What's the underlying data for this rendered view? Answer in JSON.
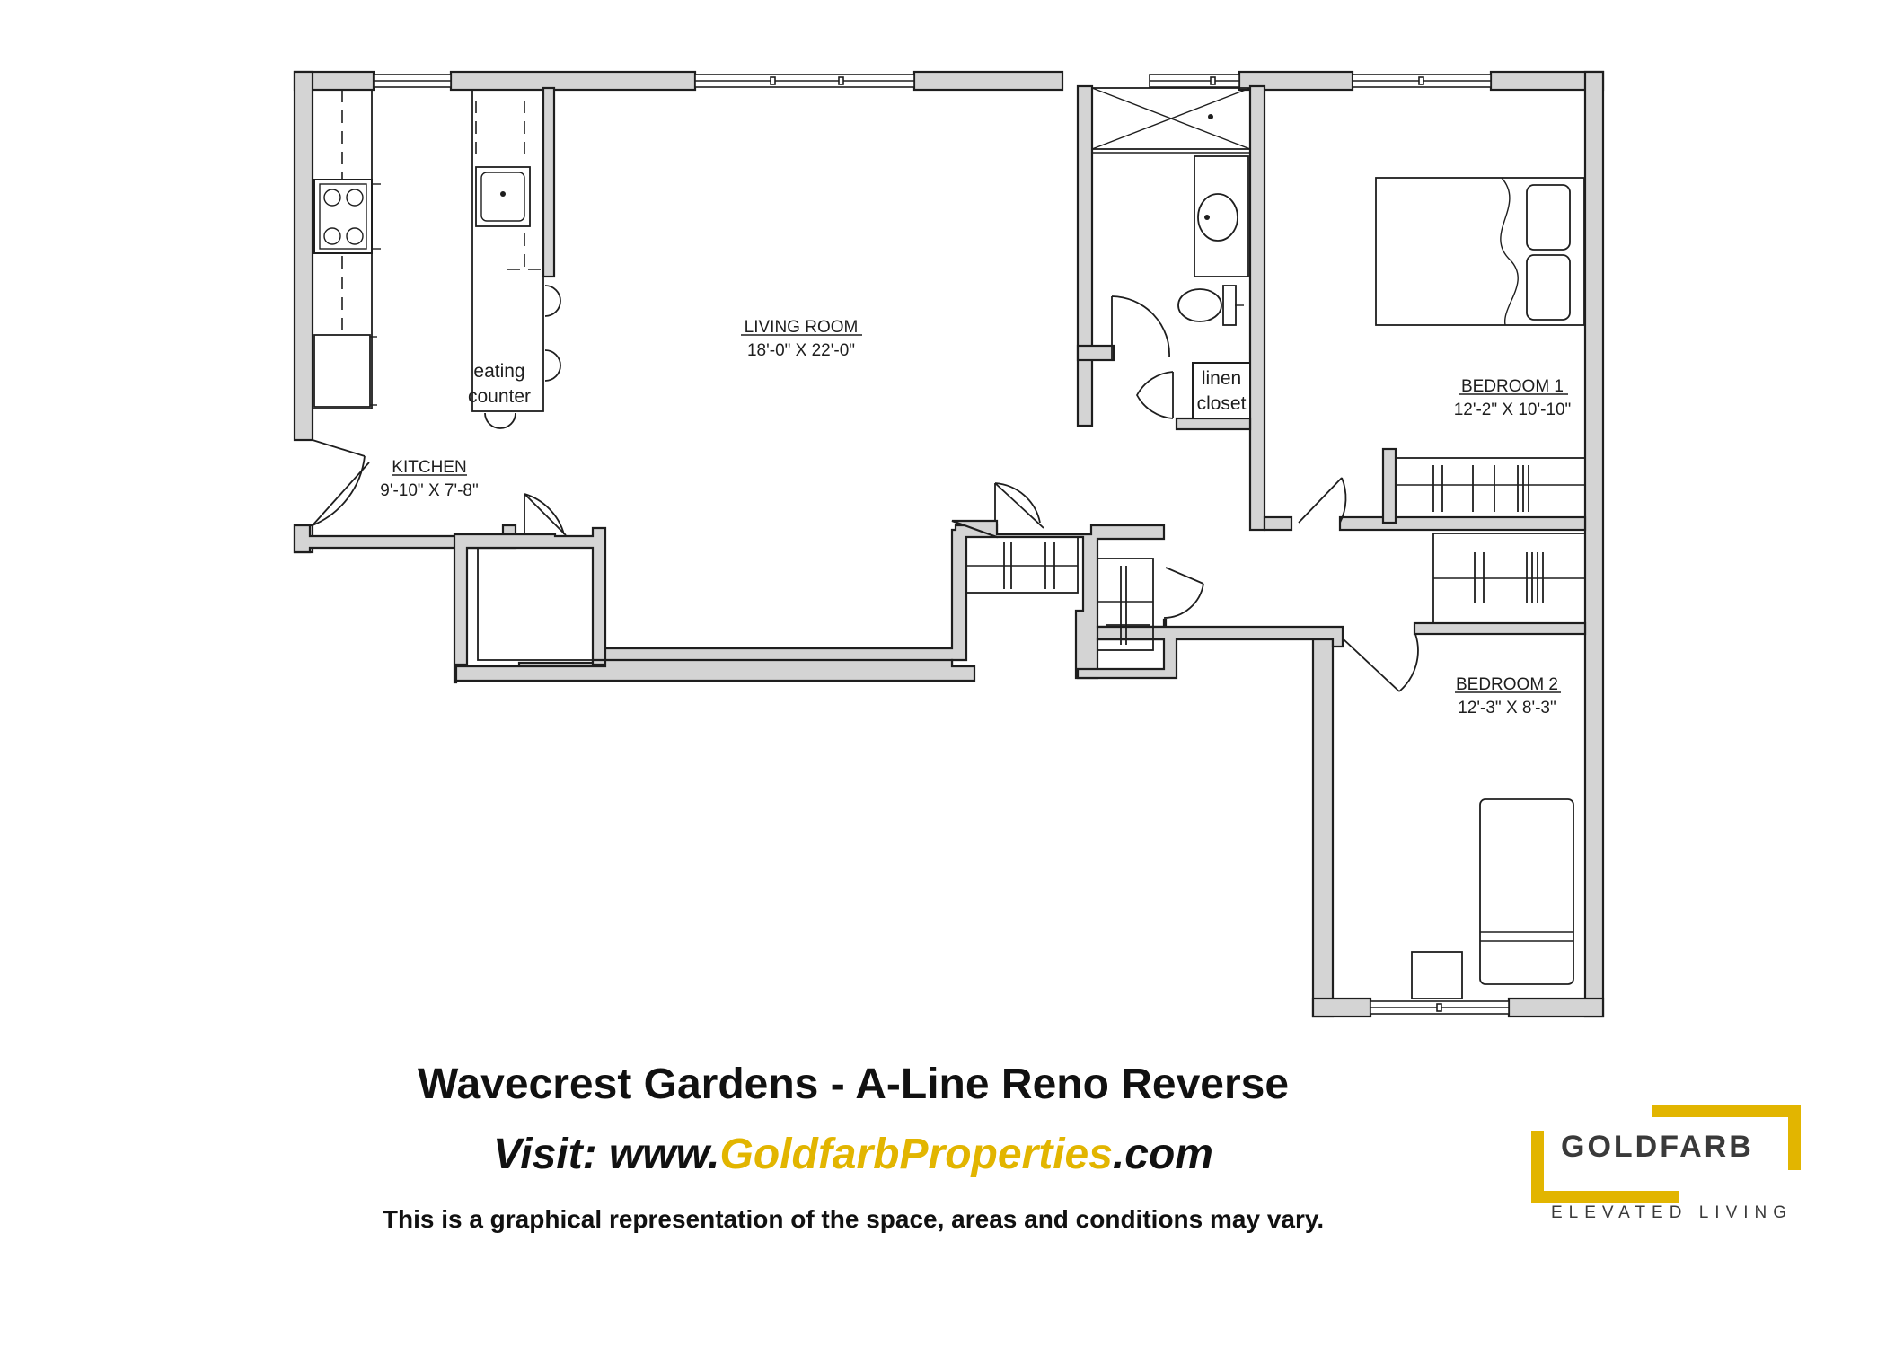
{
  "floor_plan": {
    "rooms": {
      "living_room": {
        "name": "LIVING ROOM",
        "size": "18'-0\" X 22'-0\""
      },
      "kitchen": {
        "name": "KITCHEN",
        "size": "9'-10\" X 7'-8\""
      },
      "bedroom_1": {
        "name": "BEDROOM 1",
        "size": "12'-2\" X 10'-10\""
      },
      "bedroom_2": {
        "name": "BEDROOM 2",
        "size": "12'-3\" X 8'-3\""
      }
    },
    "labels": {
      "eating_counter": [
        "eating",
        "counter"
      ],
      "linen_closet": [
        "linen",
        "closet"
      ]
    }
  },
  "footer": {
    "title": "Wavecrest Gardens - A-Line Reno Reverse",
    "visit_prefix": "Visit: www.",
    "visit_brand": "GoldfarbProperties",
    "visit_suffix": ".com",
    "disclaimer": "This is a graphical representation of the space, areas and conditions may vary."
  },
  "logo": {
    "wordmark": "GOLDFARB",
    "tagline": "ELEVATED LIVING",
    "accent_color": "#e2b500"
  }
}
